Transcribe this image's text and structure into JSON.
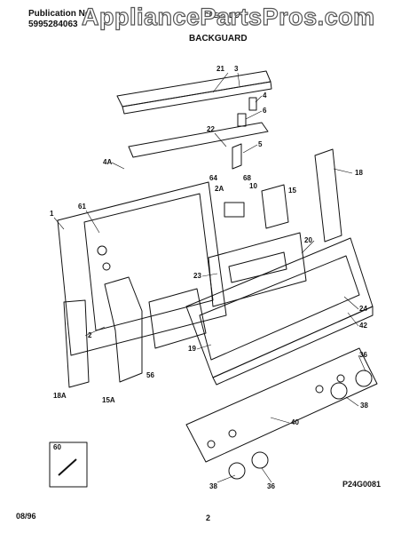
{
  "header": {
    "publication_label": "Publication No.",
    "publication_number": "5995284063",
    "model": "CFEF3-DC",
    "section_title": "BACKGUARD",
    "watermark": "AppliancePartsPros.com"
  },
  "callouts": [
    "21",
    "3",
    "4",
    "6",
    "22",
    "5",
    "4A",
    "64",
    "68",
    "10",
    "2A",
    "18",
    "15",
    "61",
    "1",
    "20",
    "23",
    "24",
    "42",
    "19",
    "2",
    "36",
    "56",
    "38",
    "40",
    "18A",
    "15A",
    "60"
  ],
  "figure_code": "P24G0081",
  "footer": {
    "date": "08/96",
    "page": "2"
  }
}
